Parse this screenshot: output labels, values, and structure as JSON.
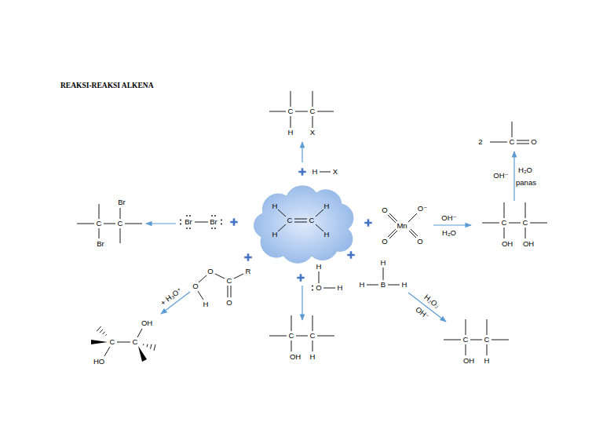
{
  "diagram": {
    "title": "REAKSI-REAKSI ALKENA",
    "nodes": [
      {
        "text": [
          "H",
          "H",
          "C",
          "C",
          "H",
          "H"
        ]
      }
    ],
    "labels": [
      "C",
      "C",
      "H",
      "X",
      "H",
      "X",
      "2",
      "C",
      "O",
      "OH⁻",
      "H₂O",
      "panas",
      "C",
      "C",
      "OH",
      "OH",
      "O",
      "O⁻",
      "Mn",
      "O",
      "O",
      "OH⁻",
      "H₂O",
      "Br",
      "Br",
      "C",
      "C",
      "Br",
      "Br",
      "O",
      "O",
      "H",
      "C",
      "R",
      "O",
      "+ H₃O⁺",
      "OH",
      "C",
      "C",
      "HO",
      "H",
      "O",
      "H",
      "C",
      "C",
      "OH",
      "H",
      "H",
      "H",
      "B",
      "H",
      "H₂O₂",
      "OH⁻",
      "C",
      "C",
      "OH",
      "H"
    ]
  }
}
